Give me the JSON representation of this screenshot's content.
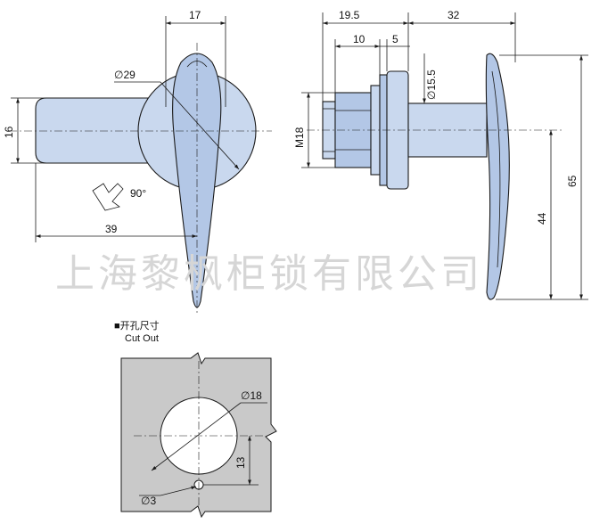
{
  "watermark": "上海黎枫柜锁有限公司",
  "front_view": {
    "dim_width": "17",
    "dim_diameter": "∅29",
    "dim_height": "16",
    "dim_length": "39",
    "rotation": "90°"
  },
  "side_view": {
    "dim_overall": "19.5",
    "dim_handle": "32",
    "dim_nut": "10",
    "dim_washer": "5",
    "dim_shaft": "∅15.5",
    "dim_thread": "M18",
    "dim_total_height": "65",
    "dim_lower_height": "44"
  },
  "cutout": {
    "title_cn": "■开孔尺寸",
    "title_en": "Cut Out",
    "dim_hole": "∅18",
    "dim_offset": "13",
    "dim_small_hole": "∅3"
  }
}
